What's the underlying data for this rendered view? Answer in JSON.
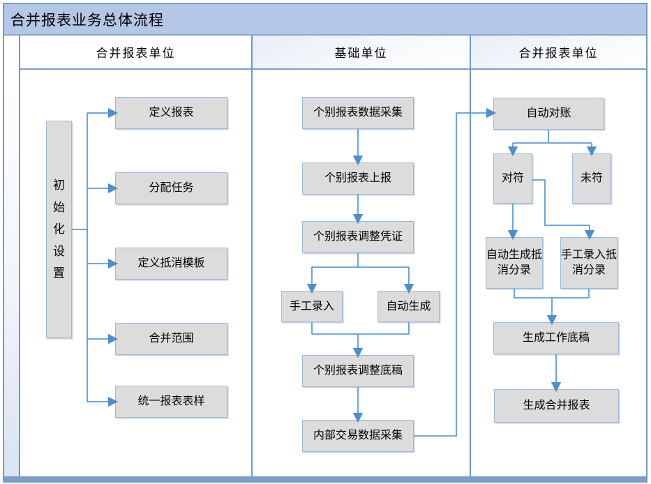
{
  "title": "合并报表业务总体流程",
  "lanes": [
    {
      "header": "合并报表单位"
    },
    {
      "header": "基础单位"
    },
    {
      "header": "合并报表单位"
    }
  ],
  "nodes": {
    "init": "初始化设置",
    "define_report": "定义报表",
    "assign_tasks": "分配任务",
    "define_elimination_template": "定义抵消模板",
    "consolidation_scope": "合并范围",
    "unified_report_format": "统一报表表样",
    "individual_data_collection": "个别报表数据采集",
    "individual_submission": "个别报表上报",
    "individual_adjustment_voucher": "个别报表调整凭证",
    "manual_entry": "手工录入",
    "auto_generate": "自动生成",
    "individual_adjustment_draft": "个别报表调整底稿",
    "internal_transaction_collection": "内部交易数据采集",
    "auto_reconciliation": "自动对账",
    "matched": "对符",
    "unmatched": "未符",
    "auto_elimination_entries": "自动生成抵消分录",
    "manual_elimination_entries": "手工录入抵消分录",
    "generate_working_paper": "生成工作底稿",
    "generate_consolidated_report": "生成合并报表"
  },
  "colors": {
    "title_band": "#b4c7e7",
    "frame_border": "#7499c7",
    "lane_divider": "#6f9ac9",
    "node_fill": "#dcdcdc",
    "node_border": "#9abae0",
    "connector": "#5b9bd5",
    "bottom_band": "#7d9fc7"
  }
}
